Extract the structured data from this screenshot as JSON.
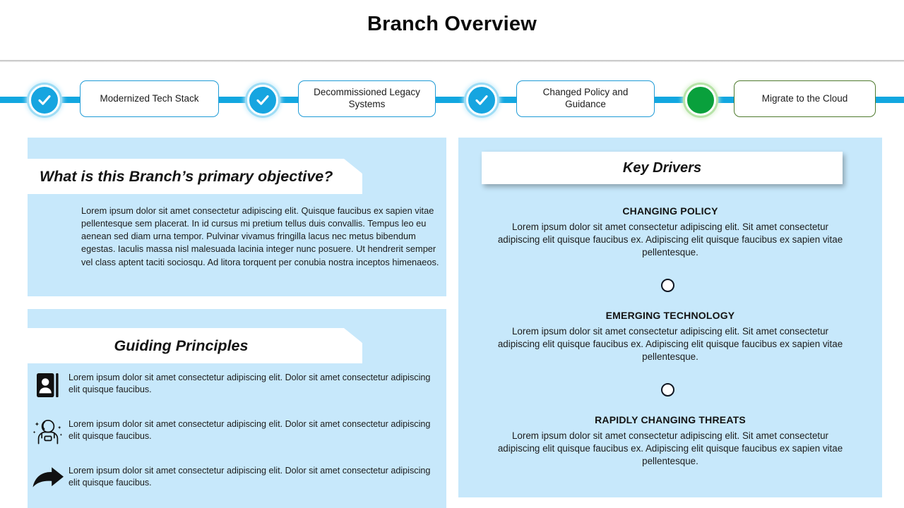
{
  "header": {
    "title": "Branch Overview"
  },
  "timeline": {
    "nodes": [
      {
        "icon": "check-circle-icon",
        "state": "complete",
        "label": "Modernized Tech Stack"
      },
      {
        "icon": "check-circle-icon",
        "state": "complete",
        "label": "Decommissioned Legacy Systems"
      },
      {
        "icon": "check-circle-icon",
        "state": "complete",
        "label": "Changed Policy and Guidance"
      },
      {
        "icon": "filled-circle-icon",
        "state": "current",
        "label": "Migrate to the Cloud"
      }
    ],
    "colors": {
      "bar": "#12a7e0",
      "check_node": "#16a5e0",
      "current_node": "#09a03c",
      "box_border": "#1f9bd6",
      "box_border_current": "#4e7a2e"
    }
  },
  "objective": {
    "banner": "What is this Branch’s primary objective?",
    "body": "Lorem ipsum dolor sit amet consectetur adipiscing elit. Quisque faucibus ex sapien vitae pellentesque sem placerat. In id cursus mi pretium tellus duis convallis. Tempus leo eu aenean sed diam urna tempor. Pulvinar vivamus fringilla lacus nec metus bibendum egestas. Iaculis massa nisl malesuada lacinia integer nunc posuere. Ut hendrerit semper vel class aptent taciti sociosqu. Ad litora torquent per conubia nostra inceptos himenaeos."
  },
  "principles": {
    "banner": "Guiding Principles",
    "items": [
      {
        "icon": "contact-book-icon",
        "text": "Lorem ipsum dolor sit amet consectetur adipiscing elit. Dolor sit amet consectetur adipiscing elit quisque faucibus."
      },
      {
        "icon": "astronaut-icon",
        "text": "Lorem ipsum dolor sit amet consectetur adipiscing elit. Dolor sit amet consectetur adipiscing elit quisque faucibus."
      },
      {
        "icon": "curved-arrow-icon",
        "text": "Lorem ipsum dolor sit amet consectetur adipiscing elit. Dolor sit amet consectetur adipiscing elit quisque faucibus."
      }
    ]
  },
  "drivers": {
    "banner": "Key Drivers",
    "items": [
      {
        "title": "CHANGING POLICY",
        "body": "Lorem ipsum dolor sit amet consectetur adipiscing elit. Sit amet consectetur adipiscing elit quisque faucibus ex. Adipiscing elit quisque faucibus ex sapien vitae pellentesque."
      },
      {
        "title": "EMERGING TECHNOLOGY",
        "body": "Lorem ipsum dolor sit amet consectetur adipiscing elit. Sit amet consectetur adipiscing elit quisque faucibus ex. Adipiscing elit quisque faucibus ex sapien vitae pellentesque."
      },
      {
        "title": "RAPIDLY CHANGING THREATS",
        "body": "Lorem ipsum dolor sit amet consectetur adipiscing elit. Sit amet consectetur adipiscing elit quisque faucibus ex. Adipiscing elit quisque faucibus ex sapien vitae pellentesque."
      }
    ],
    "separator_icon": "hollow-circle-icon"
  },
  "theme": {
    "panel_bg": "#c7e8fb",
    "accent_blue": "#1b93d3",
    "page_bg": "#ffffff"
  }
}
